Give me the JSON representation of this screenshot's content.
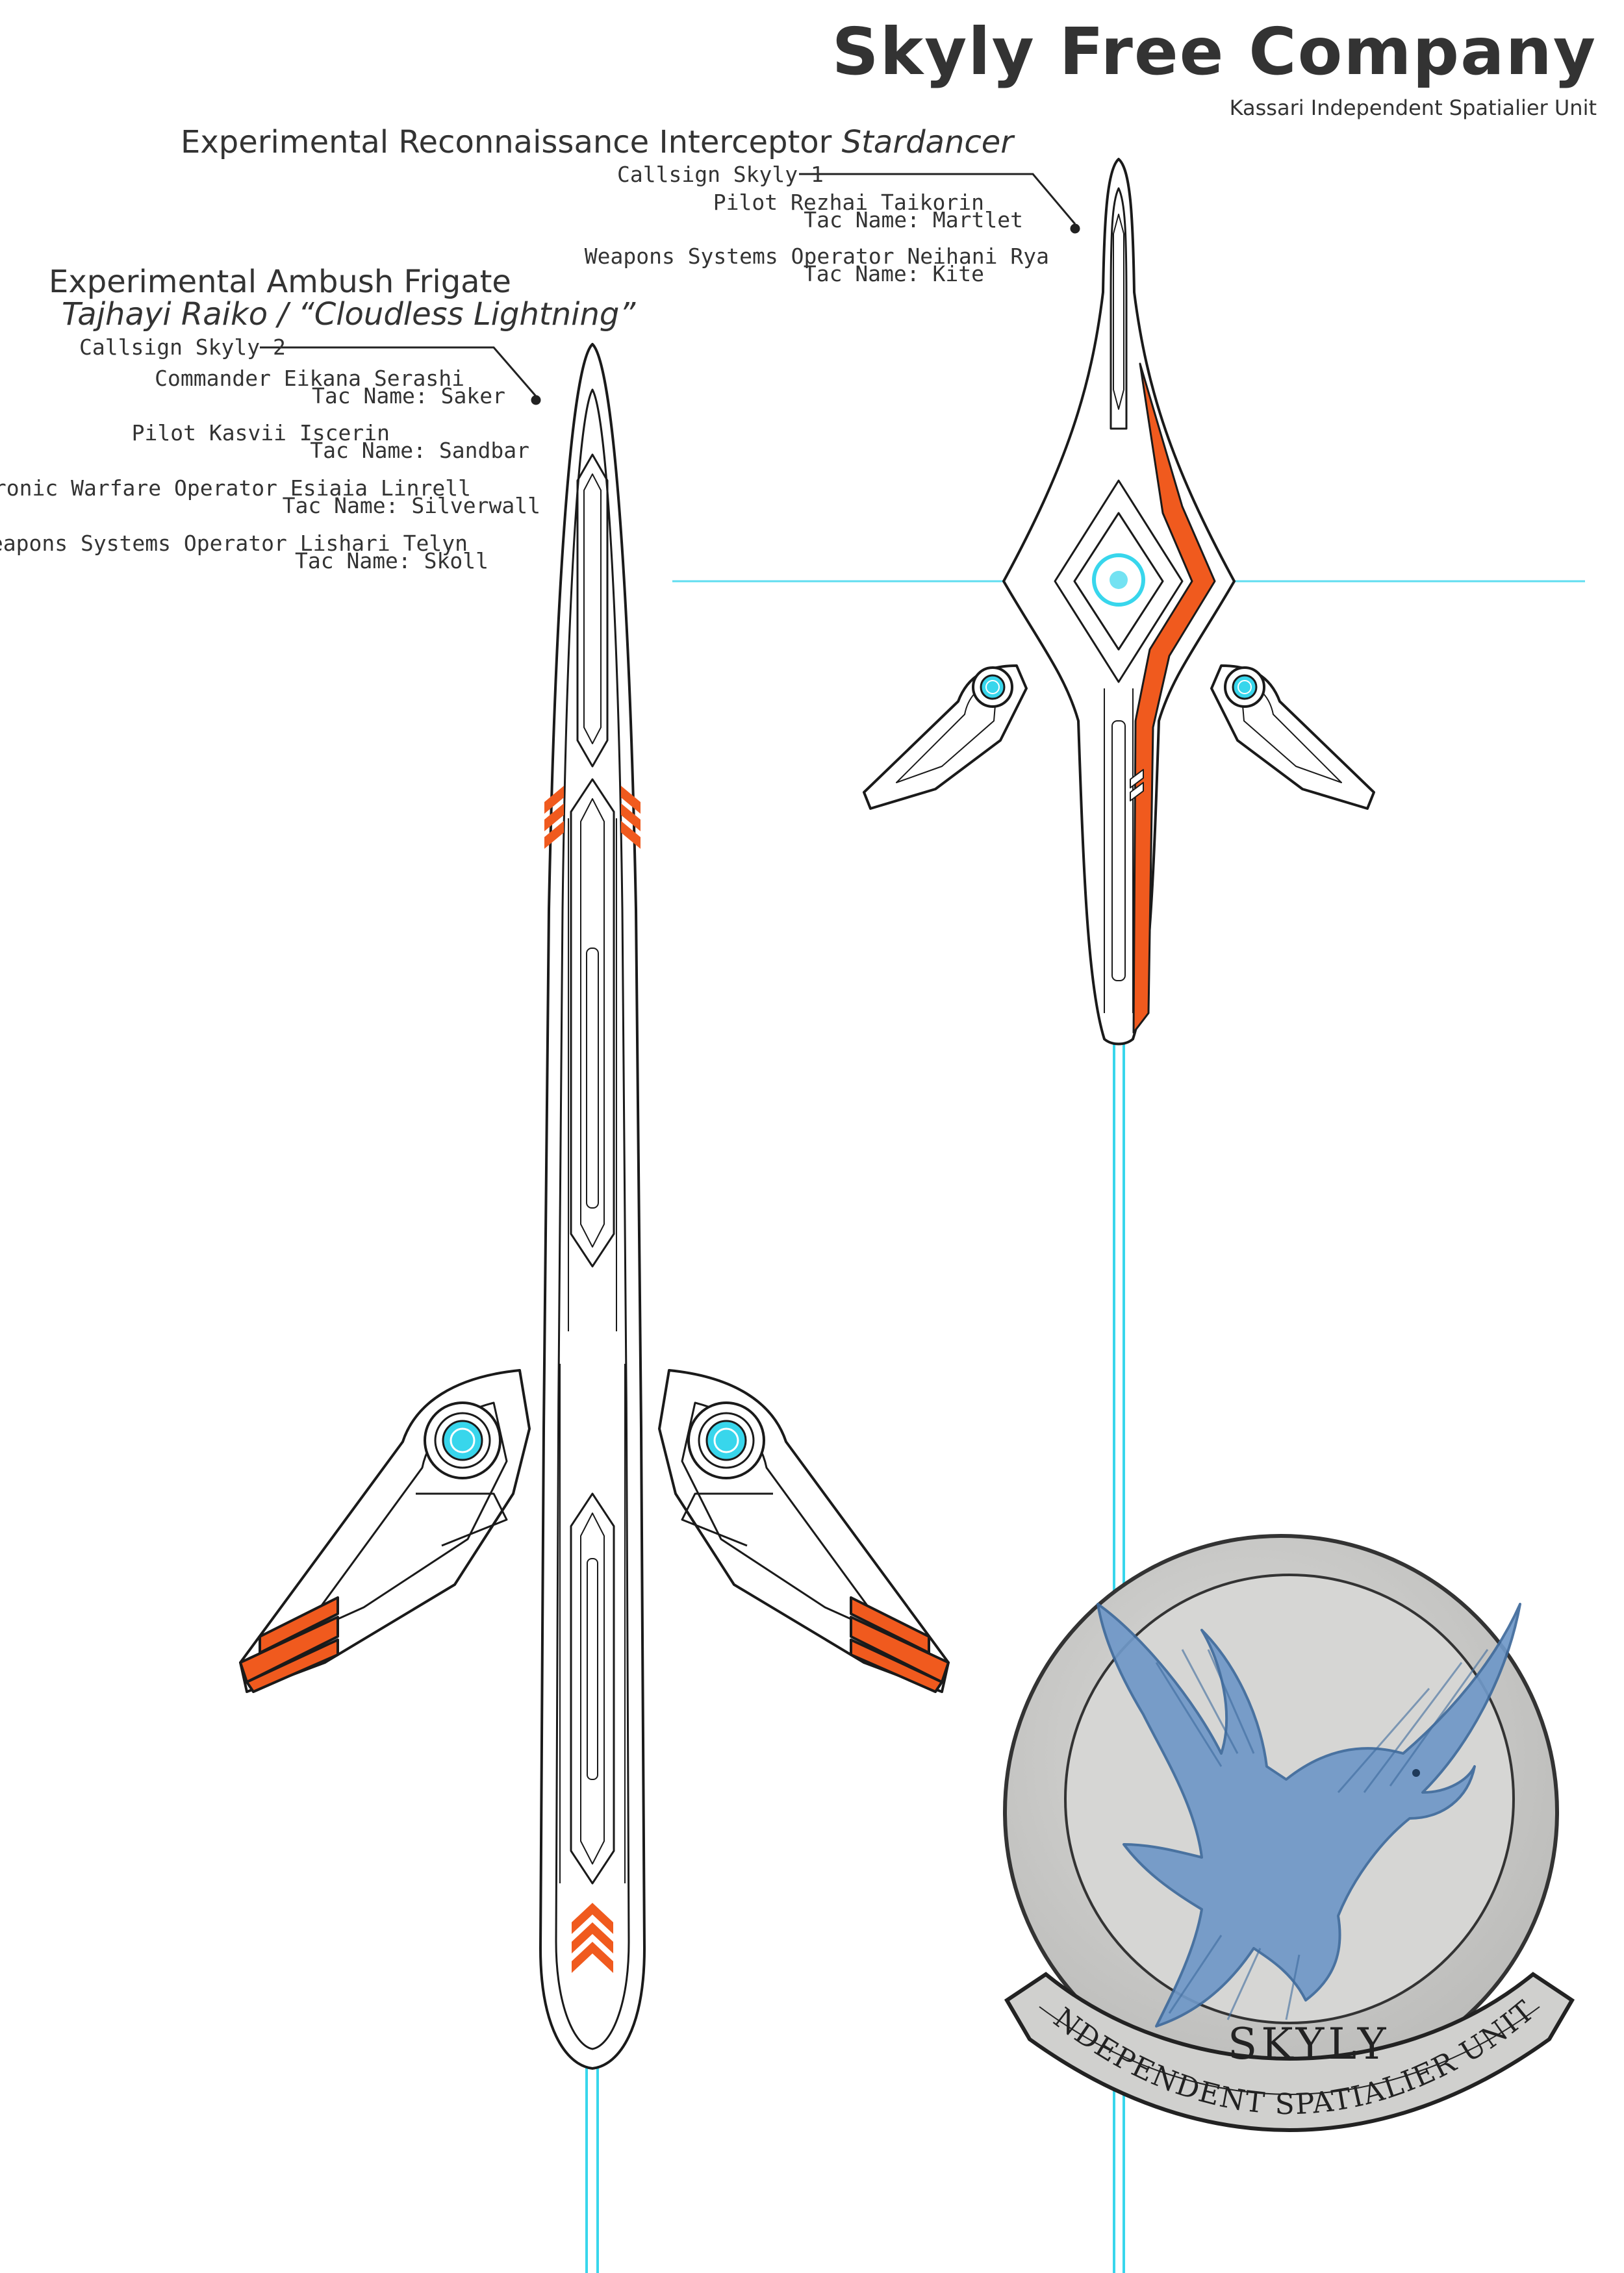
{
  "header": {
    "title": "Skyly Free Company",
    "subtitle": "Kassari Independent Spatialier Unit"
  },
  "stardancer": {
    "heading_prefix": "Experimental Reconnaissance Interceptor",
    "heading_name": "Stardancer",
    "callsign": "Callsign Skyly 1",
    "crew": [
      {
        "role": "Pilot Rezhai Taikorin",
        "tac": "Tac Name: Martlet"
      },
      {
        "role": "Weapons Systems Operator Neihani Rya",
        "tac": "Tac Name: Kite"
      }
    ]
  },
  "frigate": {
    "heading_line1": "Experimental Ambush Frigate",
    "heading_line2": "Tajhayi Raiko / “Cloudless Lightning”",
    "callsign": "Callsign Skyly 2",
    "crew": [
      {
        "role": "Commander Eikana Serashi",
        "tac": "Tac Name: Saker"
      },
      {
        "role": "Pilot Kasvii Iscerin",
        "tac": "Tac Name: Sandbar"
      },
      {
        "role": "Electronic Warfare Operator Esiaia Linrell",
        "tac": "Tac Name: Silverwall"
      },
      {
        "role": "Weapons Systems Operator Lishari Telyn",
        "tac": "Tac Name: Skoll"
      }
    ]
  },
  "emblem": {
    "name": "SKYLY",
    "motto": "INDEPENDENT SPATIALIER UNIT"
  },
  "colors": {
    "accent_orange": "#f05a1e",
    "engine_cyan": "#38d6ec",
    "line": "#1a1a1a",
    "patch_grey": "#c9c9c7",
    "bird_blue": "#6f98c8"
  }
}
